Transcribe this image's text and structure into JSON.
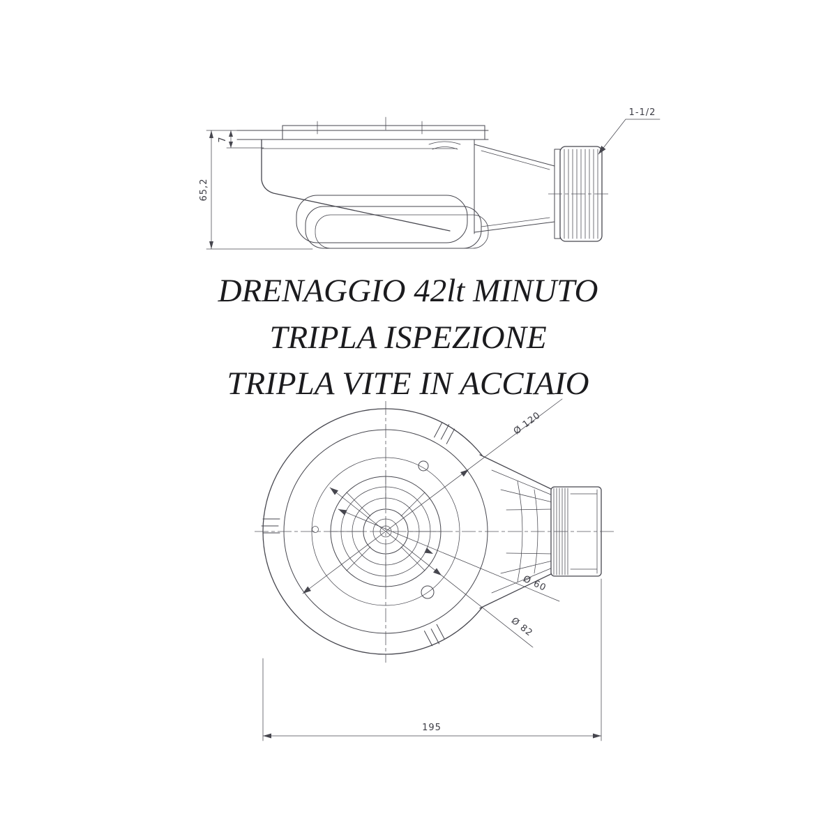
{
  "drawing_title": {
    "line1": "DRENAGGIO 42lt MINUTO",
    "line2": "TRIPLA ISPEZIONE",
    "line3": "TRIPLA VITE IN ACCIAIO"
  },
  "side_view": {
    "height_dim": "65,2",
    "flange_thickness_dim": "7",
    "thread_size_label": "1-1/2"
  },
  "top_view": {
    "flange_diameter_dim": "Ø 120",
    "inner_diameter_dim": "Ø 60",
    "mid_diameter_dim": "Ø 82",
    "overall_length_dim": "195"
  },
  "style": {
    "line_color": "#46464e",
    "background": "#ffffff"
  }
}
